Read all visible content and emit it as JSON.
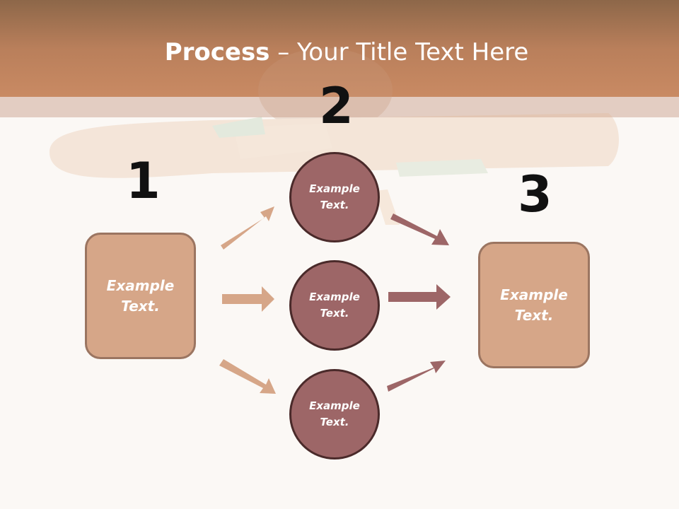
{
  "title": {
    "bold": "Process",
    "rest": " – Your Title Text Here"
  },
  "steps": {
    "one": "1",
    "two": "2",
    "three": "3"
  },
  "left_box": {
    "line1": "Example",
    "line2": "Text."
  },
  "right_box": {
    "line1": "Example",
    "line2": "Text."
  },
  "circles": [
    {
      "line1": "Example",
      "line2": "Text."
    },
    {
      "line1": "Example",
      "line2": "Text."
    },
    {
      "line1": "Example",
      "line2": "Text."
    }
  ],
  "colors": {
    "header": "#c98a63",
    "box": "#d6a688",
    "circle": "#9d6667",
    "arrow_light": "#d6a688",
    "arrow_dark": "#9d6667"
  }
}
